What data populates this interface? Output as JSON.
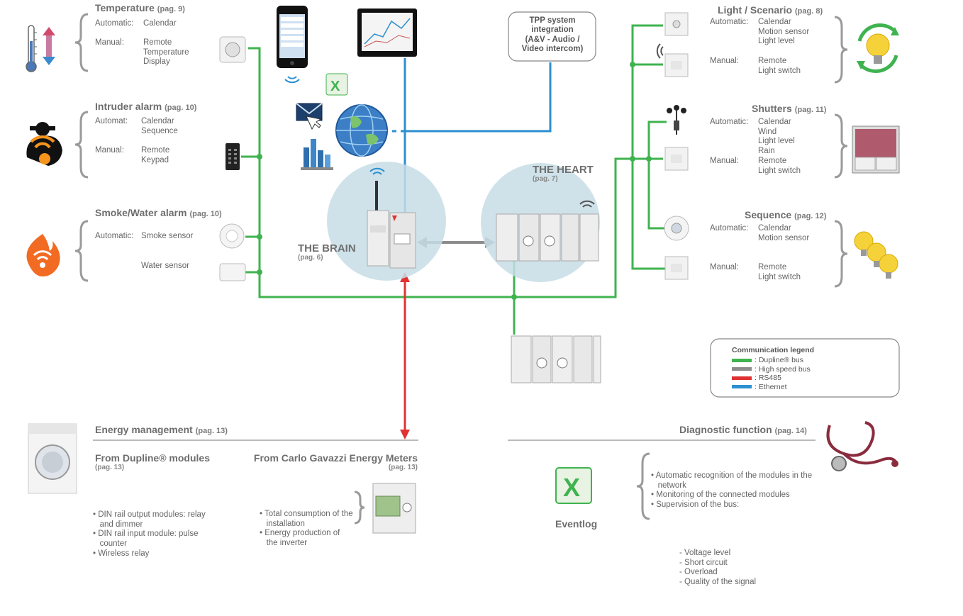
{
  "colors": {
    "dupline": "#3fb34f",
    "highspeed": "#8c8c8c",
    "rs485": "#e03232",
    "ethernet": "#2b8fd0"
  },
  "temperature": {
    "title": "Temperature",
    "pag": "(pag. 9)",
    "automatic_label": "Automatic:",
    "automatic_value": "Calendar",
    "manual_label": "Manual:",
    "manual_lines": [
      "Remote",
      "Temperature",
      "Display"
    ]
  },
  "intruder": {
    "title": "Intruder alarm",
    "pag": "(pag. 10)",
    "automatic_label": "Automat:",
    "automatic_lines": [
      "Calendar",
      "Sequence"
    ],
    "manual_label": "Manual:",
    "manual_lines": [
      "Remote",
      "Keypad"
    ]
  },
  "smoke": {
    "title": "Smoke/Water alarm",
    "pag": "(pag. 10)",
    "automatic_label": "Automatic:",
    "automatic_value": "Smoke sensor",
    "water": "Water sensor"
  },
  "tpp": {
    "lines": [
      "TPP system",
      "integration",
      "(A&V - Audio /",
      "Video intercom)"
    ]
  },
  "brain": {
    "title": "THE BRAIN",
    "pag": "(pag. 6)"
  },
  "heart": {
    "title": "THE HEART",
    "pag": "(pag. 7)"
  },
  "light": {
    "title": "Light / Scenario",
    "pag": "(pag. 8)",
    "automatic_label": "Automatic:",
    "automatic_lines": [
      "Calendar",
      "Motion sensor",
      "Light level"
    ],
    "manual_label": "Manual:",
    "manual_lines": [
      "Remote",
      "Light switch"
    ]
  },
  "shutters": {
    "title": "Shutters",
    "pag": "(pag. 11)",
    "automatic_label": "Automatic:",
    "automatic_lines": [
      "Calendar",
      "Wind",
      "Light level",
      "Rain"
    ],
    "manual_label": "Manual:",
    "manual_lines": [
      "Remote",
      "Light switch"
    ]
  },
  "sequence": {
    "title": "Sequence",
    "pag": "(pag. 12)",
    "automatic_label": "Automatic:",
    "automatic_lines": [
      "Calendar",
      "Motion sensor"
    ],
    "manual_label": "Manual:",
    "manual_lines": [
      "Remote",
      "Light switch"
    ]
  },
  "legend": {
    "title": "Communication legend",
    "items": [
      {
        "label": ": Dupline® bus",
        "color": "#3fb34f"
      },
      {
        "label": ": High speed bus",
        "color": "#8c8c8c"
      },
      {
        "label": ": RS485",
        "color": "#e03232"
      },
      {
        "label": ": Ethernet",
        "color": "#2b8fd0"
      }
    ]
  },
  "energy": {
    "title": "Energy management",
    "pag": "(pag. 13)",
    "dupline_title": "From Dupline® modules",
    "dupline_pag": "(pag. 13)",
    "dupline_bullets": [
      "• DIN rail output modules: relay",
      "   and dimmer",
      "• DIN rail input module: pulse",
      "   counter",
      "• Wireless relay"
    ],
    "meters_title": "From Carlo Gavazzi Energy Meters",
    "meters_pag": "(pag. 13)",
    "meters_bullets": [
      "• Total consumption of the",
      "   installation",
      "• Energy production of",
      "   the inverter"
    ]
  },
  "diagnostic": {
    "title": "Diagnostic function",
    "pag": "(pag. 14)",
    "bullets": [
      "• Automatic recognition of the modules in the",
      "   network",
      "• Monitoring of the connected modules",
      "• Supervision of the bus:"
    ],
    "sub": [
      "- Voltage level",
      "- Short circuit",
      "- Overload",
      "- Quality of the signal"
    ],
    "eventlog": "Eventlog"
  }
}
